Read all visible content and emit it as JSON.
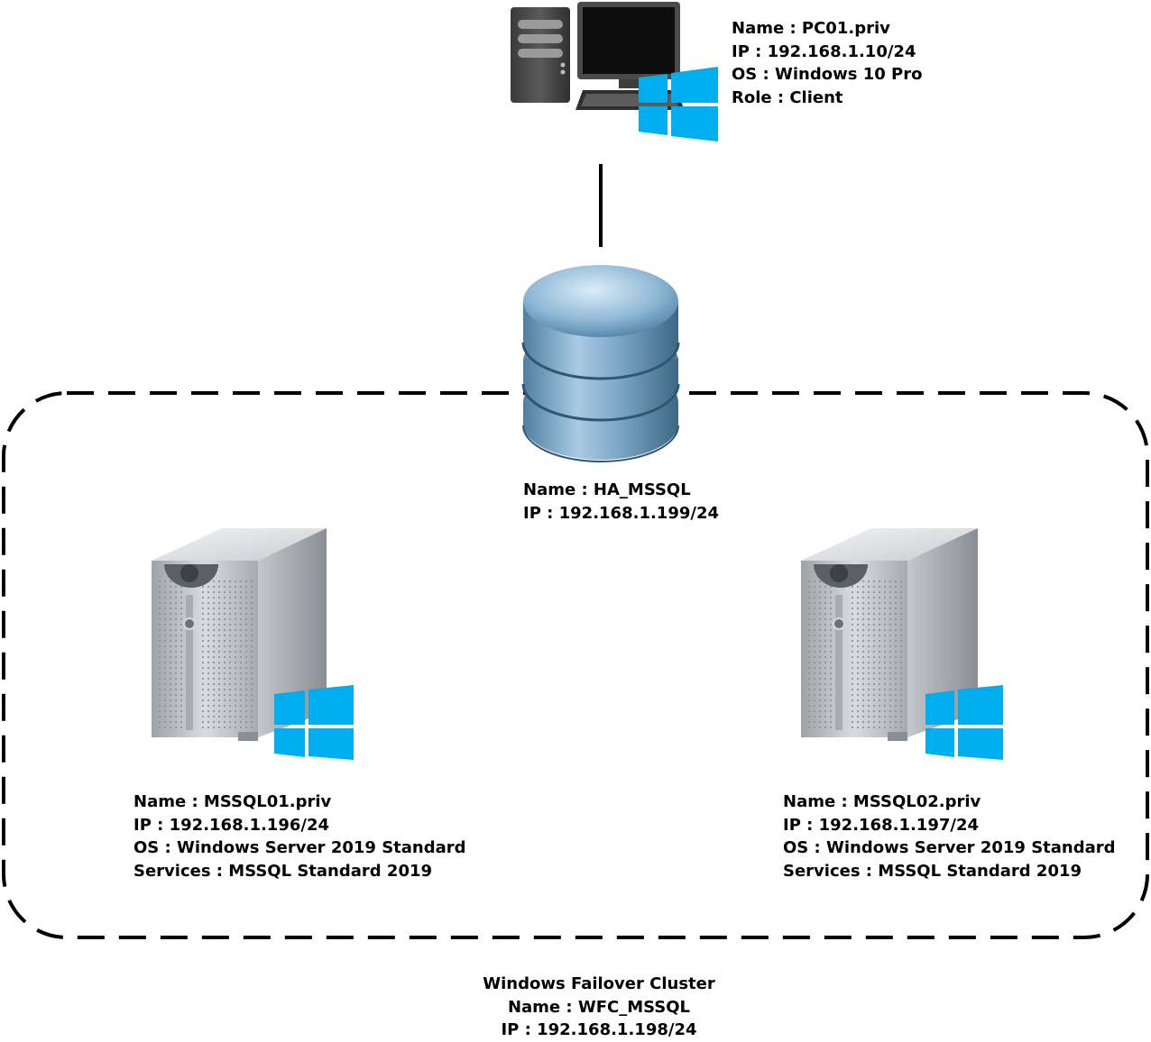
{
  "client": {
    "name": "Name : PC01.priv",
    "ip": "IP : 192.168.1.10/24",
    "os": "OS : Windows 10 Pro",
    "role": "Role : Client"
  },
  "listener": {
    "name": "Name : HA_MSSQL",
    "ip": "IP : 192.168.1.199/24"
  },
  "node1": {
    "name": "Name : MSSQL01.priv",
    "ip": "IP : 192.168.1.196/24",
    "os": "OS : Windows Server 2019 Standard",
    "services": "Services : MSSQL Standard 2019"
  },
  "node2": {
    "name": "Name : MSSQL02.priv",
    "ip": "IP : 192.168.1.197/24",
    "os": "OS : Windows Server 2019 Standard",
    "services": "Services : MSSQL Standard 2019"
  },
  "cluster": {
    "title": "Windows Failover Cluster",
    "name": "Name : WFC_MSSQL",
    "ip": "IP : 192.168.1.198/24"
  },
  "colors": {
    "windows_logo": "#00adef",
    "cluster_border": "#000000",
    "database": "#6a9cc0",
    "server": "#b9bcc2"
  }
}
